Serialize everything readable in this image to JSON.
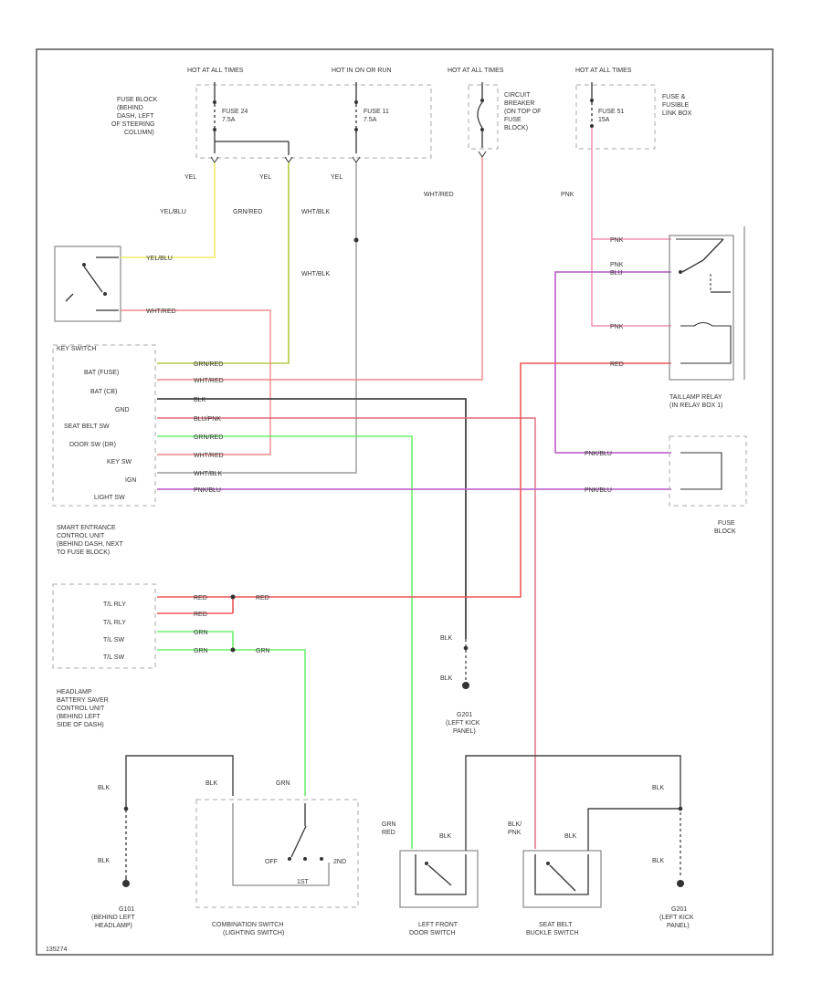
{
  "colors": {
    "yel_blu": "#eded6a",
    "grn_red": "#b8c842",
    "wht_red": "#f08a8a",
    "wht_blk": "#9a9a9a",
    "blk": "#444444",
    "blu_pnk": "#c36cd0",
    "grn": "#6cf06c",
    "red": "#f25757",
    "pnk": "#f58fb0",
    "red_pnk": "#e06a7a"
  },
  "labels": {
    "hot_acc1": "HOT AT ALL TIMES",
    "hot_run": "HOT IN ON OR RUN",
    "hot_acc2": "HOT AT ALL TIMES",
    "hot_acc3": "HOT AT ALL TIMES",
    "fuse_block_l1": "FUSE BLOCK",
    "fuse_block_l2": "(BEHIND",
    "fuse_block_l3": "DASH, LEFT",
    "fuse_block_l4": "OF STEERING",
    "fuse_block_l5": "COLUMN)",
    "fuse24_a": "FUSE 24",
    "fuse24_b": "7.5A",
    "fuse11_a": "FUSE 11",
    "fuse11_b": "7.5A",
    "cb_l1": "CIRCUIT",
    "cb_l2": "BREAKER",
    "cb_l3": "(ON TOP OF",
    "cb_l4": "FUSE",
    "cb_l5": "BLOCK)",
    "fuse51_a": "FUSE 51",
    "fuse51_b": "15A",
    "ffl_l1": "FUSE &",
    "ffl_l2": "FUSIBLE",
    "ffl_l3": "LINK BOX",
    "w_yel": "YEL",
    "w_yel2": "YEL",
    "w_yel3": "YEL",
    "w_yelblu": "YEL/BLU",
    "w_grnred": "GRN/RED",
    "w_whtblk": "WHT/BLK",
    "w_whtblk2": "WHT/BLK",
    "w_whtred_top": "WHT/RED",
    "w_pnk_top": "PNK",
    "w_yelblu_sw": "YEL/BLU",
    "w_whtred_sw": "WHT/RED",
    "key_switch": "KEY SWITCH",
    "pin_bat_fuse": "BAT (FUSE)",
    "pin_bat_cb": "BAT (CB)",
    "pin_gnd": "GND",
    "pin_seat": "SEAT BELT SW",
    "pin_door": "DOOR SW (DR)",
    "pin_key": "KEY SW",
    "pin_ign": "IGN",
    "pin_light": "LIGHT SW",
    "w1": "GRN/RED",
    "w2": "WHT/RED",
    "w3": "BLK",
    "w4": "BLU/PNK",
    "w5": "GRN/RED",
    "w6": "WHT/RED",
    "w7": "WHT/BLK",
    "w8": "PNK/BLU",
    "secu_l1": "SMART ENTRANCE",
    "secu_l2": "CONTROL UNIT",
    "secu_l3": "(BEHIND DASH, NEXT",
    "secu_l4": "TO FUSE BLOCK)",
    "t_rly1": "T/L RLY",
    "t_rly2": "T/L RLY",
    "t_sw1": "T/L SW",
    "t_sw2": "T/L SW",
    "w_red1": "RED",
    "w_red2": "RED",
    "w_red3": "RED",
    "w_grn1": "GRN",
    "w_grn2": "GRN",
    "w_grn3": "GRN",
    "hbs_l1": "HEADLAMP",
    "hbs_l2": "BATTERY SAVER",
    "hbs_l3": "CONTROL UNIT",
    "hbs_l4": "(BEHIND LEFT",
    "hbs_l5": "SIDE OF DASH)",
    "w_pnk_r1": "PNK",
    "w_pnk_r2": "PNK",
    "w_blu_r": "BLU",
    "w_pnk_r3": "PNK",
    "w_red_r": "RED",
    "tlr_l1": "TAILLAMP RELAY",
    "tlr_l2": "(IN RELAY BOX 1)",
    "w_pnkblu_r1": "PNK/BLU",
    "w_pnkblu_r2": "PNK/BLU",
    "fb_r1": "FUSE",
    "fb_r2": "BLOCK",
    "w_blk_g1": "BLK",
    "w_blk_g2": "BLK",
    "g201_l1": "G201",
    "g201_l2": "(LEFT KICK",
    "g201_l3": "PANEL)",
    "w_blk_l1": "BLK",
    "w_blk_l2": "BLK",
    "g101_l1": "G101",
    "g101_l2": "(BEHIND LEFT",
    "g101_l3": "HEADLAMP)",
    "cs_blk": "BLK",
    "cs_grn": "GRN",
    "cs_off": "OFF",
    "cs_1st": "1ST",
    "cs_2nd": "2ND",
    "cs_l1": "COMBINATION SWITCH",
    "cs_l2": "(LIGHTING SWITCH)",
    "ds_grn": "GRN",
    "ds_red": "RED",
    "ds_blk": "BLK",
    "ds_l1": "LEFT FRONT",
    "ds_l2": "DOOR SWITCH",
    "sb_blk1": "BLK/",
    "sb_pnk": "PNK",
    "sb_blk2": "BLK",
    "sb_l1": "SEAT BELT",
    "sb_l2": "BUCKLE SWITCH",
    "w_blk_r1": "BLK",
    "w_blk_r2": "BLK",
    "g202_l1": "G201",
    "g202_l2": "(LEFT KICK",
    "g202_l3": "PANEL)",
    "code": "135274"
  }
}
